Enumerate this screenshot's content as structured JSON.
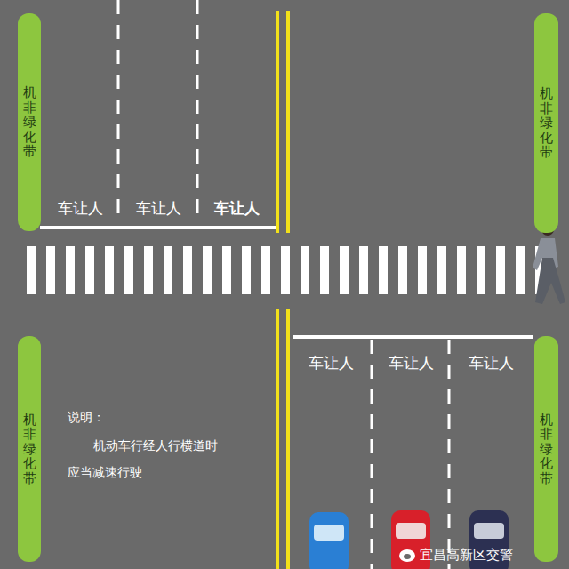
{
  "diagram": {
    "nodes": [
      {
        "text": [
          "机非绿化带"
        ]
      },
      {
        "text": [
          "机非绿化带"
        ]
      },
      {
        "text": [
          "机非绿化带"
        ]
      },
      {
        "text": [
          "机非绿化带"
        ]
      }
    ],
    "labels": [
      "车让人",
      "车让人",
      "车让人",
      "车让人",
      "车让人",
      "车让人",
      "说明：",
      "机动车行经人行横道时",
      "应当减速行驶",
      "宜昌高新区交警"
    ]
  }
}
